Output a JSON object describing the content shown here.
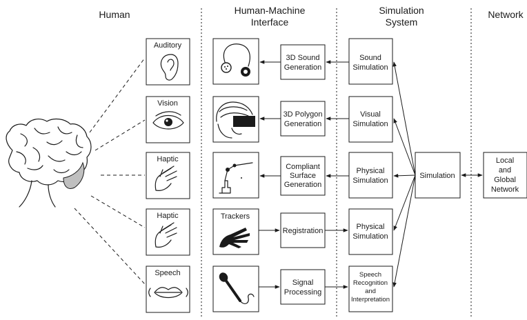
{
  "columns": {
    "human": "Human",
    "hmi_line1": "Human-Machine",
    "hmi_line2": "Interface",
    "sim_line1": "Simulation",
    "sim_line2": "System",
    "network": "Network"
  },
  "senses": {
    "auditory": "Auditory",
    "vision": "Vision",
    "haptic1": "Haptic",
    "haptic2": "Haptic",
    "speech": "Speech"
  },
  "devices": {
    "trackers": "Trackers"
  },
  "interface": {
    "sound_l1": "3D Sound",
    "sound_l2": "Generation",
    "poly_l1": "3D Polygon",
    "poly_l2": "Generation",
    "compliant_l1": "Compliant",
    "compliant_l2": "Surface",
    "compliant_l3": "Generation",
    "registration": "Registration",
    "signal_l1": "Signal",
    "signal_l2": "Processing"
  },
  "simulation": {
    "sound_l1": "Sound",
    "sound_l2": "Simulation",
    "visual_l1": "Visual",
    "visual_l2": "Simulation",
    "phys1_l1": "Physical",
    "phys1_l2": "Simulation",
    "phys2_l1": "Physical",
    "phys2_l2": "Simulation",
    "speech_l1": "Speech",
    "speech_l2": "Recognition",
    "speech_l3": "and",
    "speech_l4": "Interpretation",
    "hub": "Simulation"
  },
  "network": {
    "l1": "Local",
    "l2": "and",
    "l3": "Global",
    "l4": "Network"
  }
}
